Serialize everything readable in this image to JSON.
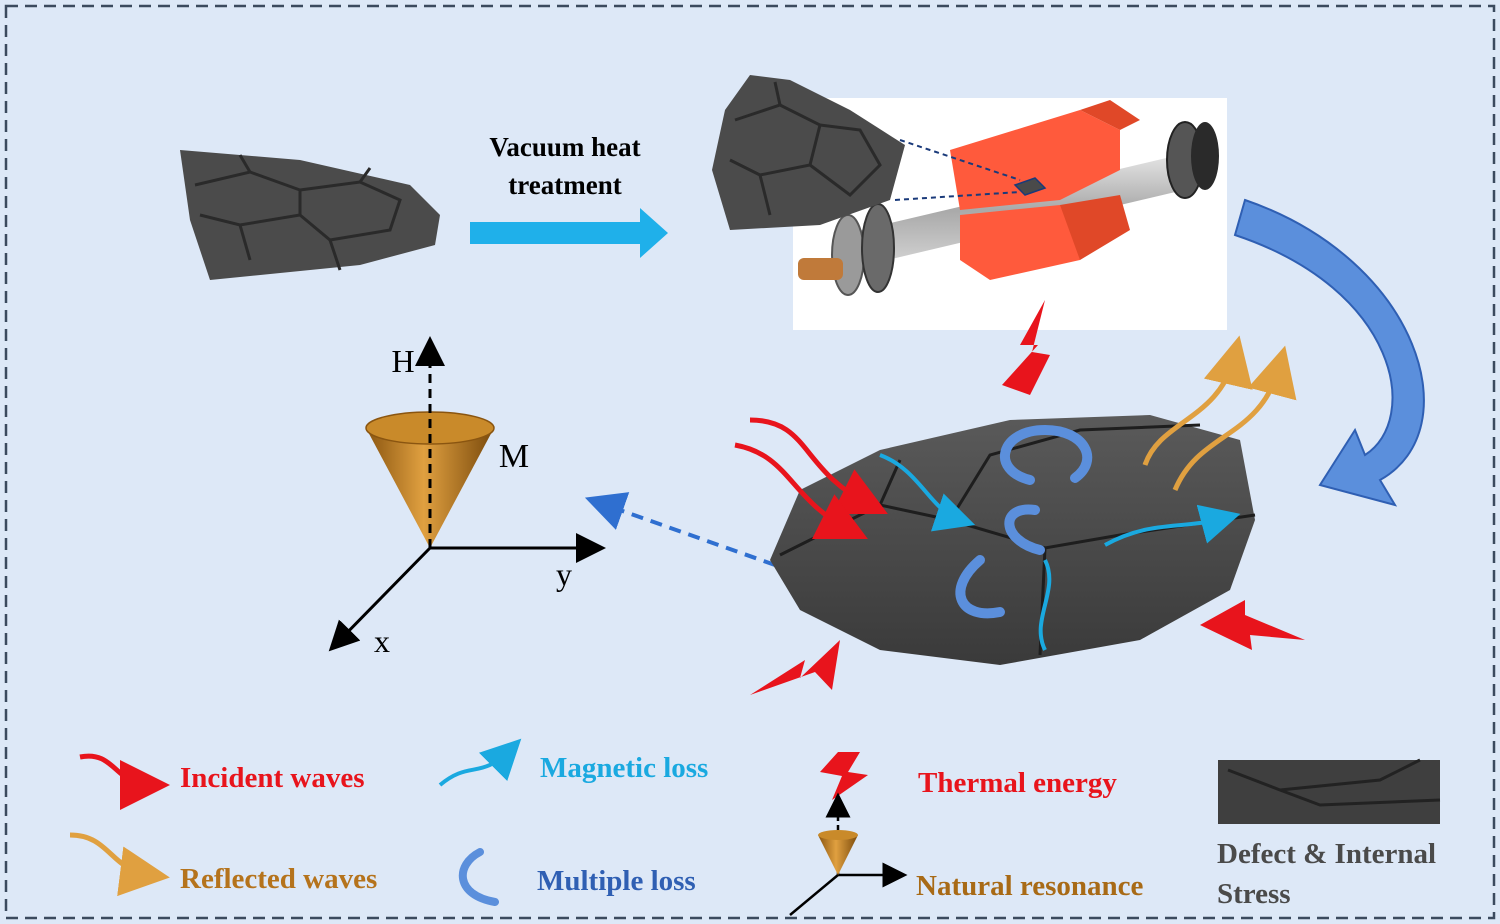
{
  "process": {
    "step_label_line1": "Vacuum heat",
    "step_label_line2": "treatment"
  },
  "axes": {
    "h_label": "H",
    "m_label": "M",
    "x_label": "x",
    "y_label": "y"
  },
  "legend": {
    "incident": "Incident waves",
    "magnetic": "Magnetic loss",
    "thermal": "Thermal energy",
    "reflected": "Reflected waves",
    "multiple": "Multiple loss",
    "resonance": "Natural resonance",
    "defect_line1": "Defect & Internal",
    "defect_line2": "Stress"
  },
  "colors": {
    "background": "#dde8f7",
    "border": "#3b4a5e",
    "incident": "#e8141c",
    "magnetic": "#1aa9e0",
    "thermal": "#e8141c",
    "reflected": "#b5731c",
    "multiple": "#2f5fb3",
    "resonance": "#a86a16",
    "defect": "#4a4a4a",
    "process_arrow": "#1fb0ea",
    "curved_arrow": "#5b8fdc",
    "magnet": "#ff5a3c",
    "cone": "#c98a2a"
  }
}
